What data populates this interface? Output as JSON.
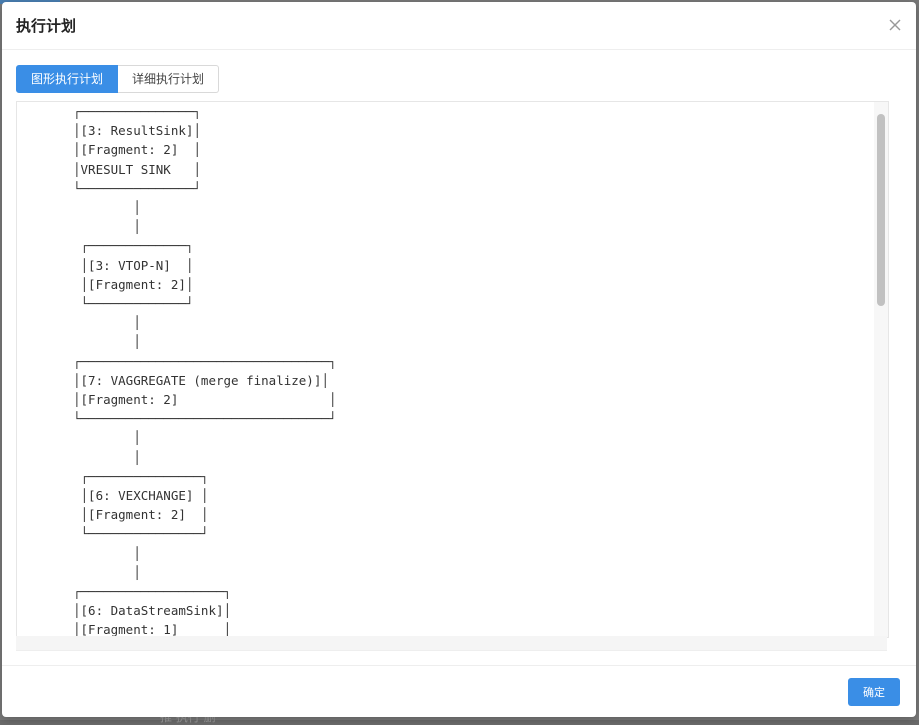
{
  "modal": {
    "title": "执行计划",
    "confirm_label": "确定"
  },
  "tabs": [
    {
      "label": "图形执行计划",
      "active": true
    },
    {
      "label": "详细执行计划",
      "active": false
    }
  ],
  "plan": {
    "text": "┌───────────────┐\n│[3: ResultSink]│\n│[Fragment: 2]  │\n│VRESULT SINK   │\n└───────────────┘\n        │\n        │\n ┌─────────────┐\n │[3: VTOP-N]  │\n │[Fragment: 2]│\n └─────────────┘\n        │\n        │\n┌─────────────────────────────────┐\n│[7: VAGGREGATE (merge finalize)]│\n│[Fragment: 2]                    │\n└─────────────────────────────────┘\n        │\n        │\n ┌───────────────┐\n │[6: VEXCHANGE] │\n │[Fragment: 2]  │\n └───────────────┘\n        │\n        │\n┌───────────────────┐\n│[6: DataStreamSink]│\n│[Fragment: 1]      │"
  },
  "background": {
    "partial_text": "推 执行 删"
  },
  "colors": {
    "accent": "#3a8ee6",
    "text": "#333333",
    "border": "#e6e6e6"
  },
  "icons": {
    "close": "close-icon"
  }
}
